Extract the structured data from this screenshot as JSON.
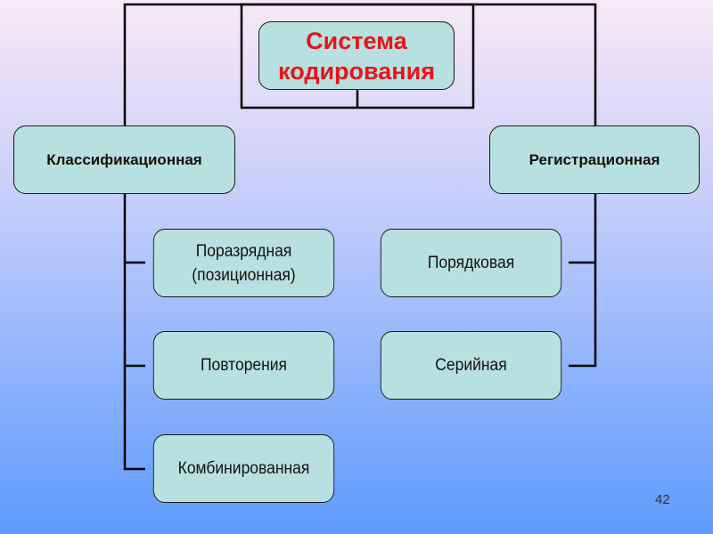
{
  "root": {
    "line1": "Система",
    "line2": "кодирования"
  },
  "branches": [
    {
      "label": "Классификационная",
      "children": [
        {
          "line1": "Поразрядная",
          "line2": "(позиционная)"
        },
        {
          "line1": "Повторения"
        },
        {
          "line1": "Комбинированная"
        }
      ]
    },
    {
      "label": "Регистрационная",
      "children": [
        {
          "line1": "Порядковая"
        },
        {
          "line1": "Серийная"
        }
      ]
    }
  ],
  "page_number": "42",
  "colors": {
    "box_fill": "#b9e0e0",
    "root_text": "#e8141b",
    "line": "#000000"
  }
}
